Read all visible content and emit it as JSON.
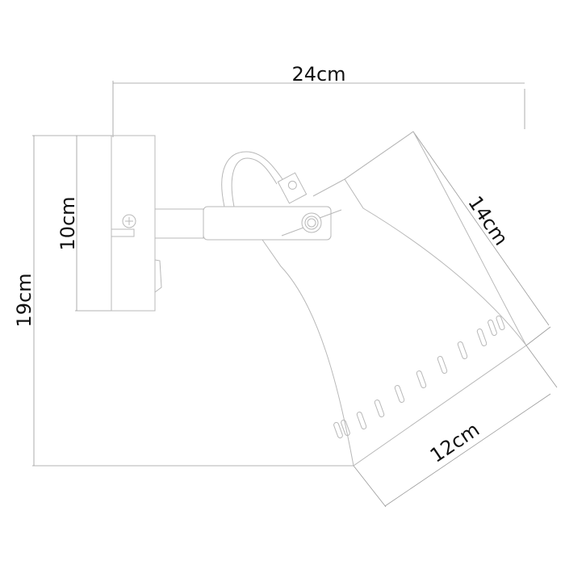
{
  "dimensions": {
    "width": "24cm",
    "height": "19cm",
    "base_height": "10cm",
    "shade_length": "14cm",
    "shade_diameter": "12cm"
  },
  "colors": {
    "line": "#b8b8b8",
    "dimension_line": "#9a9a9a",
    "text": "#111111",
    "background": "#ffffff"
  }
}
